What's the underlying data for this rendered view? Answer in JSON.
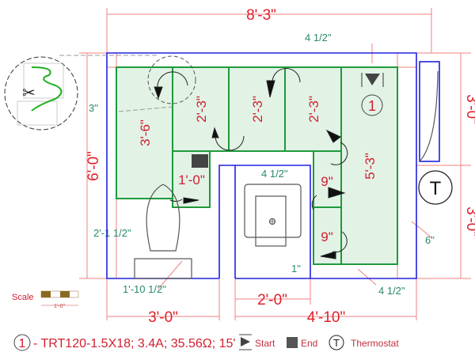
{
  "dimensions": {
    "total_width": "8'-3\"",
    "total_height": "6'-0\"",
    "right_upper": "3'-0\"",
    "right_lower": "3'-0\"",
    "bottom_left": "3'-0\"",
    "bottom_right": "4'-10\"",
    "vanity": "2'-0\""
  },
  "offsets": {
    "top": "4 1/2\"",
    "left": "3\"",
    "inner_top": "4 1/2\"",
    "toilet_side": "2'-1 1/2\"",
    "toilet_front": "1'-10 1/2\"",
    "vanity_gap": "1\"",
    "right_side": "6\"",
    "bottom_right": "4 1/2\""
  },
  "panels": [
    "3'-6\"",
    "2'-3\"",
    "2'-3\"",
    "2'-3\"",
    "5'-3\"",
    "1'-0\"",
    "9\"",
    "9\""
  ],
  "mat_marker": "1",
  "scale": {
    "label": "Scale",
    "unit": "1'-0\""
  },
  "legend": {
    "mat_number": "1",
    "mat_spec": "- TRT120-1.5X18; 3.4A; 35.56Ω; 15'",
    "start": "Start",
    "end": "End",
    "thermostat_symbol": "T",
    "thermostat": "Thermostat"
  },
  "colors": {
    "wall": "#2020e0",
    "mat": "#1e9a3a",
    "dimension": "#e0202a"
  }
}
